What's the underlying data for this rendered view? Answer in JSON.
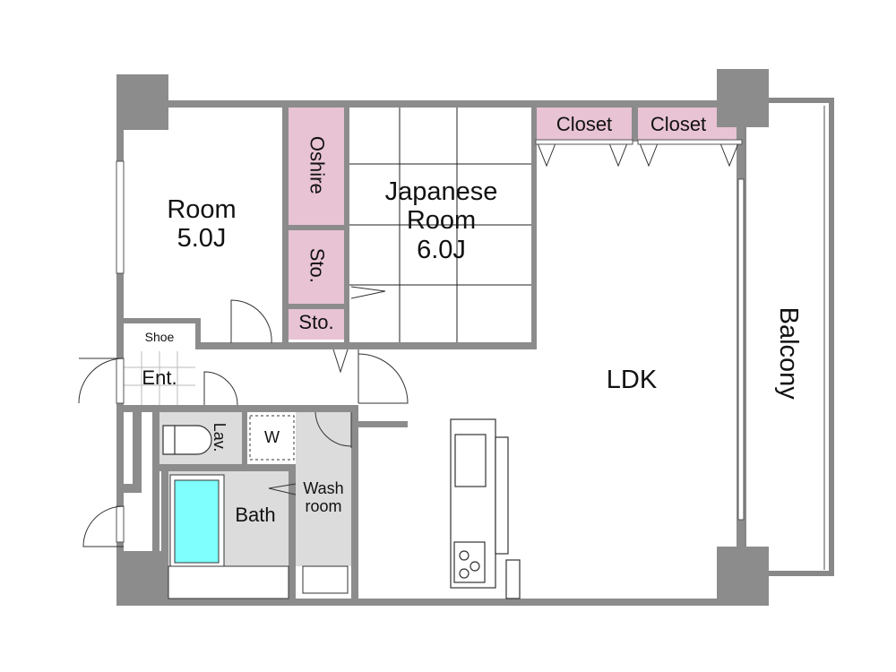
{
  "colors": {
    "wall": "#8c8c8c",
    "storage": "#e8c3d3",
    "wet_floor": "#dcdcdc",
    "bathtub": "#80ffff",
    "line": "#222222"
  },
  "rooms": {
    "western_room": {
      "name": "Room",
      "size": "5.0J"
    },
    "japanese_room": {
      "name_line1": "Japanese",
      "name_line2": "Room",
      "size": "6.0J"
    },
    "ldk": {
      "name": "LDK"
    },
    "balcony": {
      "name": "Balcony"
    },
    "oshire": {
      "name": "Oshire"
    },
    "storage_1": {
      "name": "Sto."
    },
    "storage_2": {
      "name": "Sto."
    },
    "closet_1": {
      "name": "Closet"
    },
    "closet_2": {
      "name": "Closet"
    },
    "shoe": {
      "name": "Shoe"
    },
    "entrance": {
      "name": "Ent."
    },
    "lavatory": {
      "name": "Lav."
    },
    "washer": {
      "name": "W"
    },
    "bath": {
      "name": "Bath"
    },
    "washroom": {
      "name_line1": "Wash",
      "name_line2": "room"
    }
  }
}
